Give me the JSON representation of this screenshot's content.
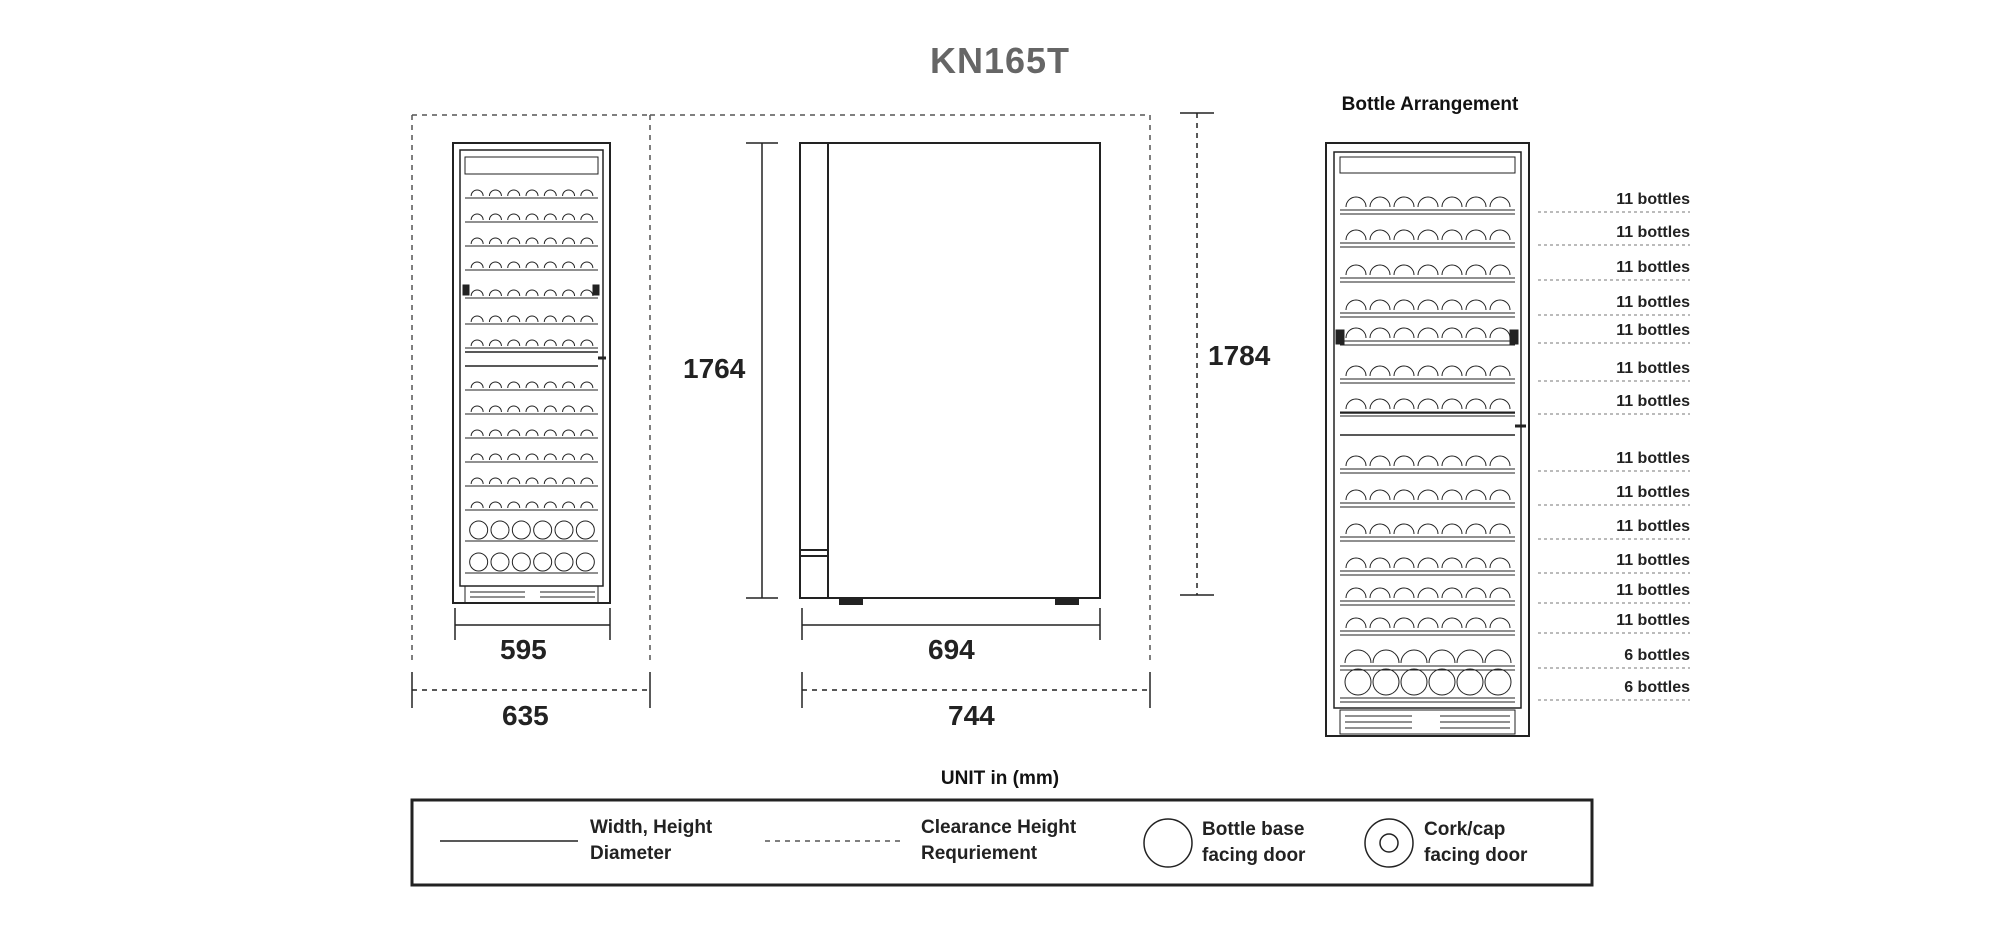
{
  "title": "KN165T",
  "bottle_arrangement": {
    "heading": "Bottle Arrangement",
    "rows": [
      "11 bottles",
      "11 bottles",
      "11 bottles",
      "11 bottles",
      "11 bottles",
      "11 bottles",
      "11 bottles",
      "11 bottles",
      "11 bottles",
      "11 bottles",
      "11 bottles",
      "11 bottles",
      "11 bottles",
      "6 bottles",
      "6 bottles"
    ]
  },
  "dimensions": {
    "front_width": "595",
    "front_clearance_width": "635",
    "side_height": "1764",
    "side_depth": "694",
    "side_clearance_depth": "744",
    "clearance_height": "1784"
  },
  "unit_label": "UNIT in (mm)",
  "legend": {
    "solid_line_line1": "Width, Height",
    "solid_line_line2": "Diameter",
    "dashed_line_line1": "Clearance Height",
    "dashed_line_line2": "Requriement",
    "circle_line1": "Bottle base",
    "circle_line2": "facing door",
    "cork_line1": "Cork/cap",
    "cork_line2": "facing door"
  },
  "colors": {
    "line": "#222222",
    "title": "#666666",
    "dashed": "#555555"
  }
}
